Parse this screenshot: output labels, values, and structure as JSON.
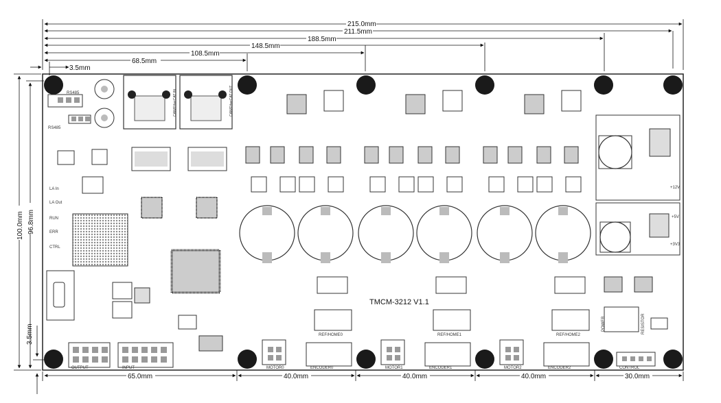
{
  "board": {
    "title": "TMCM-3212 V1.1"
  },
  "dimensions": {
    "top": [
      "215.0mm",
      "211.5mm",
      "188.5mm",
      "148.5mm",
      "108.5mm",
      "68.5mm",
      "3.5mm"
    ],
    "bottom": [
      "65.0mm",
      "40.0mm",
      "40.0mm",
      "40.0mm",
      "30.0mm"
    ],
    "left": [
      "100.0mm",
      "96.8mm",
      "3.5mm"
    ]
  },
  "silkscreen": {
    "connectors": [
      "OUTPUT",
      "INPUT",
      "MOTOR0",
      "ENCODER0",
      "MOTOR1",
      "ENCODER1",
      "MOTOR2",
      "ENCODER2",
      "CONTROL"
    ],
    "refs": [
      "REF/HOME0",
      "REF/HOME1",
      "REF/HOME2"
    ],
    "leds": [
      "LA In",
      "LA Out",
      "RUN",
      "ERR",
      "CTRL"
    ],
    "rs485": [
      "RS485",
      "RS485"
    ],
    "can": [
      "CAN/EtherCAT IN",
      "CAN/EtherCAT OUT"
    ],
    "rails": [
      "+12V",
      "+5V",
      "+3V3"
    ],
    "misc": [
      "POWER",
      "RESISTOR"
    ]
  }
}
